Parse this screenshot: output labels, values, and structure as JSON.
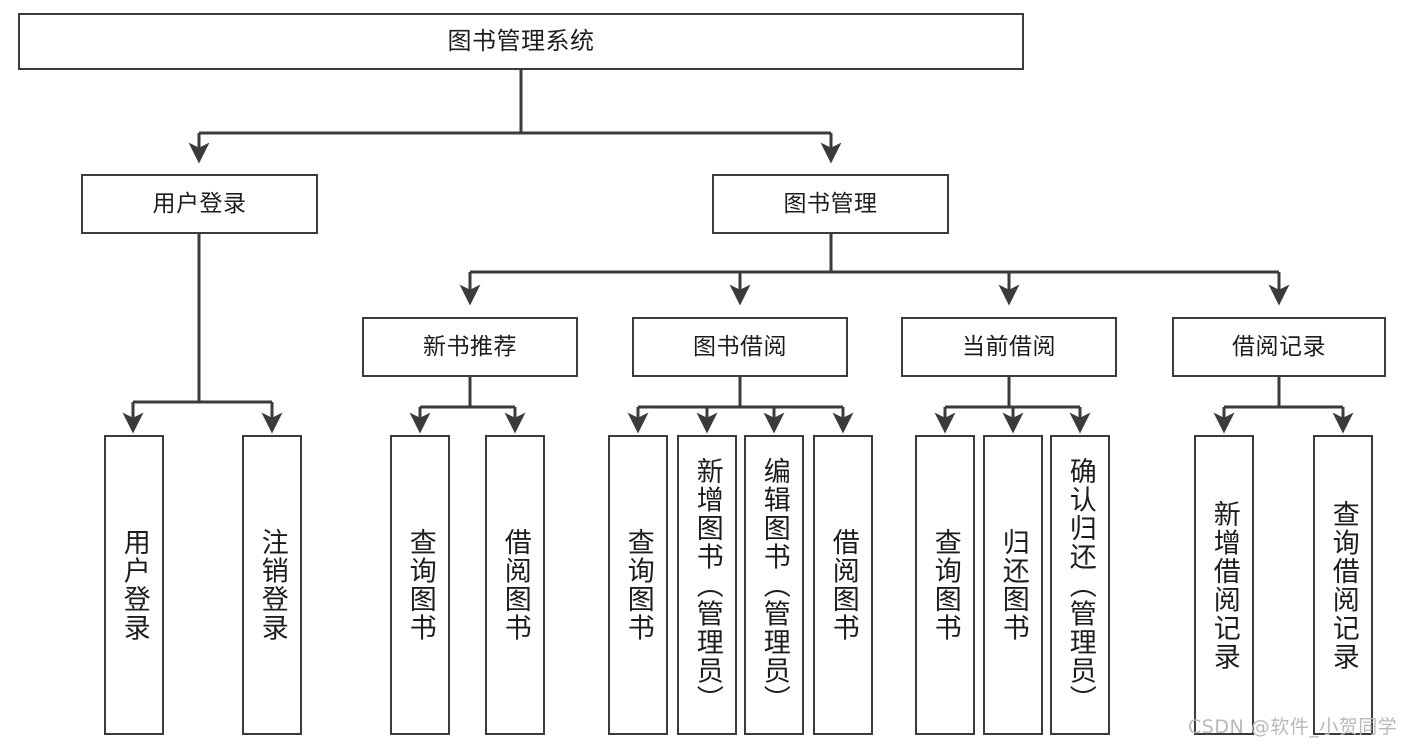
{
  "diagram": {
    "title": "图书管理系统",
    "type": "hierarchy-tree",
    "watermark": "CSDN @软件_小贺同学",
    "colors": {
      "box_border": "#3b3b3b",
      "box_fill": "#ffffff",
      "connector": "#3b3b3b",
      "text": "#1d1d1d",
      "watermark": "#b9b9b9"
    },
    "nodes": {
      "root": {
        "label": "图书管理系统"
      },
      "level2": [
        {
          "id": "user-login",
          "label": "用户登录"
        },
        {
          "id": "book-management",
          "label": "图书管理"
        }
      ],
      "level3": [
        {
          "id": "new-book-recommend",
          "label": "新书推荐"
        },
        {
          "id": "book-borrow",
          "label": "图书借阅"
        },
        {
          "id": "current-borrow",
          "label": "当前借阅"
        },
        {
          "id": "borrow-record",
          "label": "借阅记录"
        }
      ],
      "leaves": {
        "user-login": [
          {
            "id": "leaf-user-login",
            "label": "用户登录"
          },
          {
            "id": "leaf-user-logout",
            "label": "注销登录"
          }
        ],
        "new-book-recommend": [
          {
            "id": "leaf-query-book-1",
            "label": "查询图书"
          },
          {
            "id": "leaf-borrow-book-1",
            "label": "借阅图书"
          }
        ],
        "book-borrow": [
          {
            "id": "leaf-query-book-2",
            "label": "查询图书"
          },
          {
            "id": "leaf-add-book",
            "label": "新增图书（管理员）"
          },
          {
            "id": "leaf-edit-book",
            "label": "编辑图书（管理员）"
          },
          {
            "id": "leaf-borrow-book-2",
            "label": "借阅图书"
          }
        ],
        "current-borrow": [
          {
            "id": "leaf-query-book-3",
            "label": "查询图书"
          },
          {
            "id": "leaf-return-book",
            "label": "归还图书"
          },
          {
            "id": "leaf-confirm-return",
            "label": "确认归还（管理员）"
          }
        ],
        "borrow-record": [
          {
            "id": "leaf-add-record",
            "label": "新增借阅记录"
          },
          {
            "id": "leaf-query-record",
            "label": "查询借阅记录"
          }
        ]
      }
    }
  }
}
